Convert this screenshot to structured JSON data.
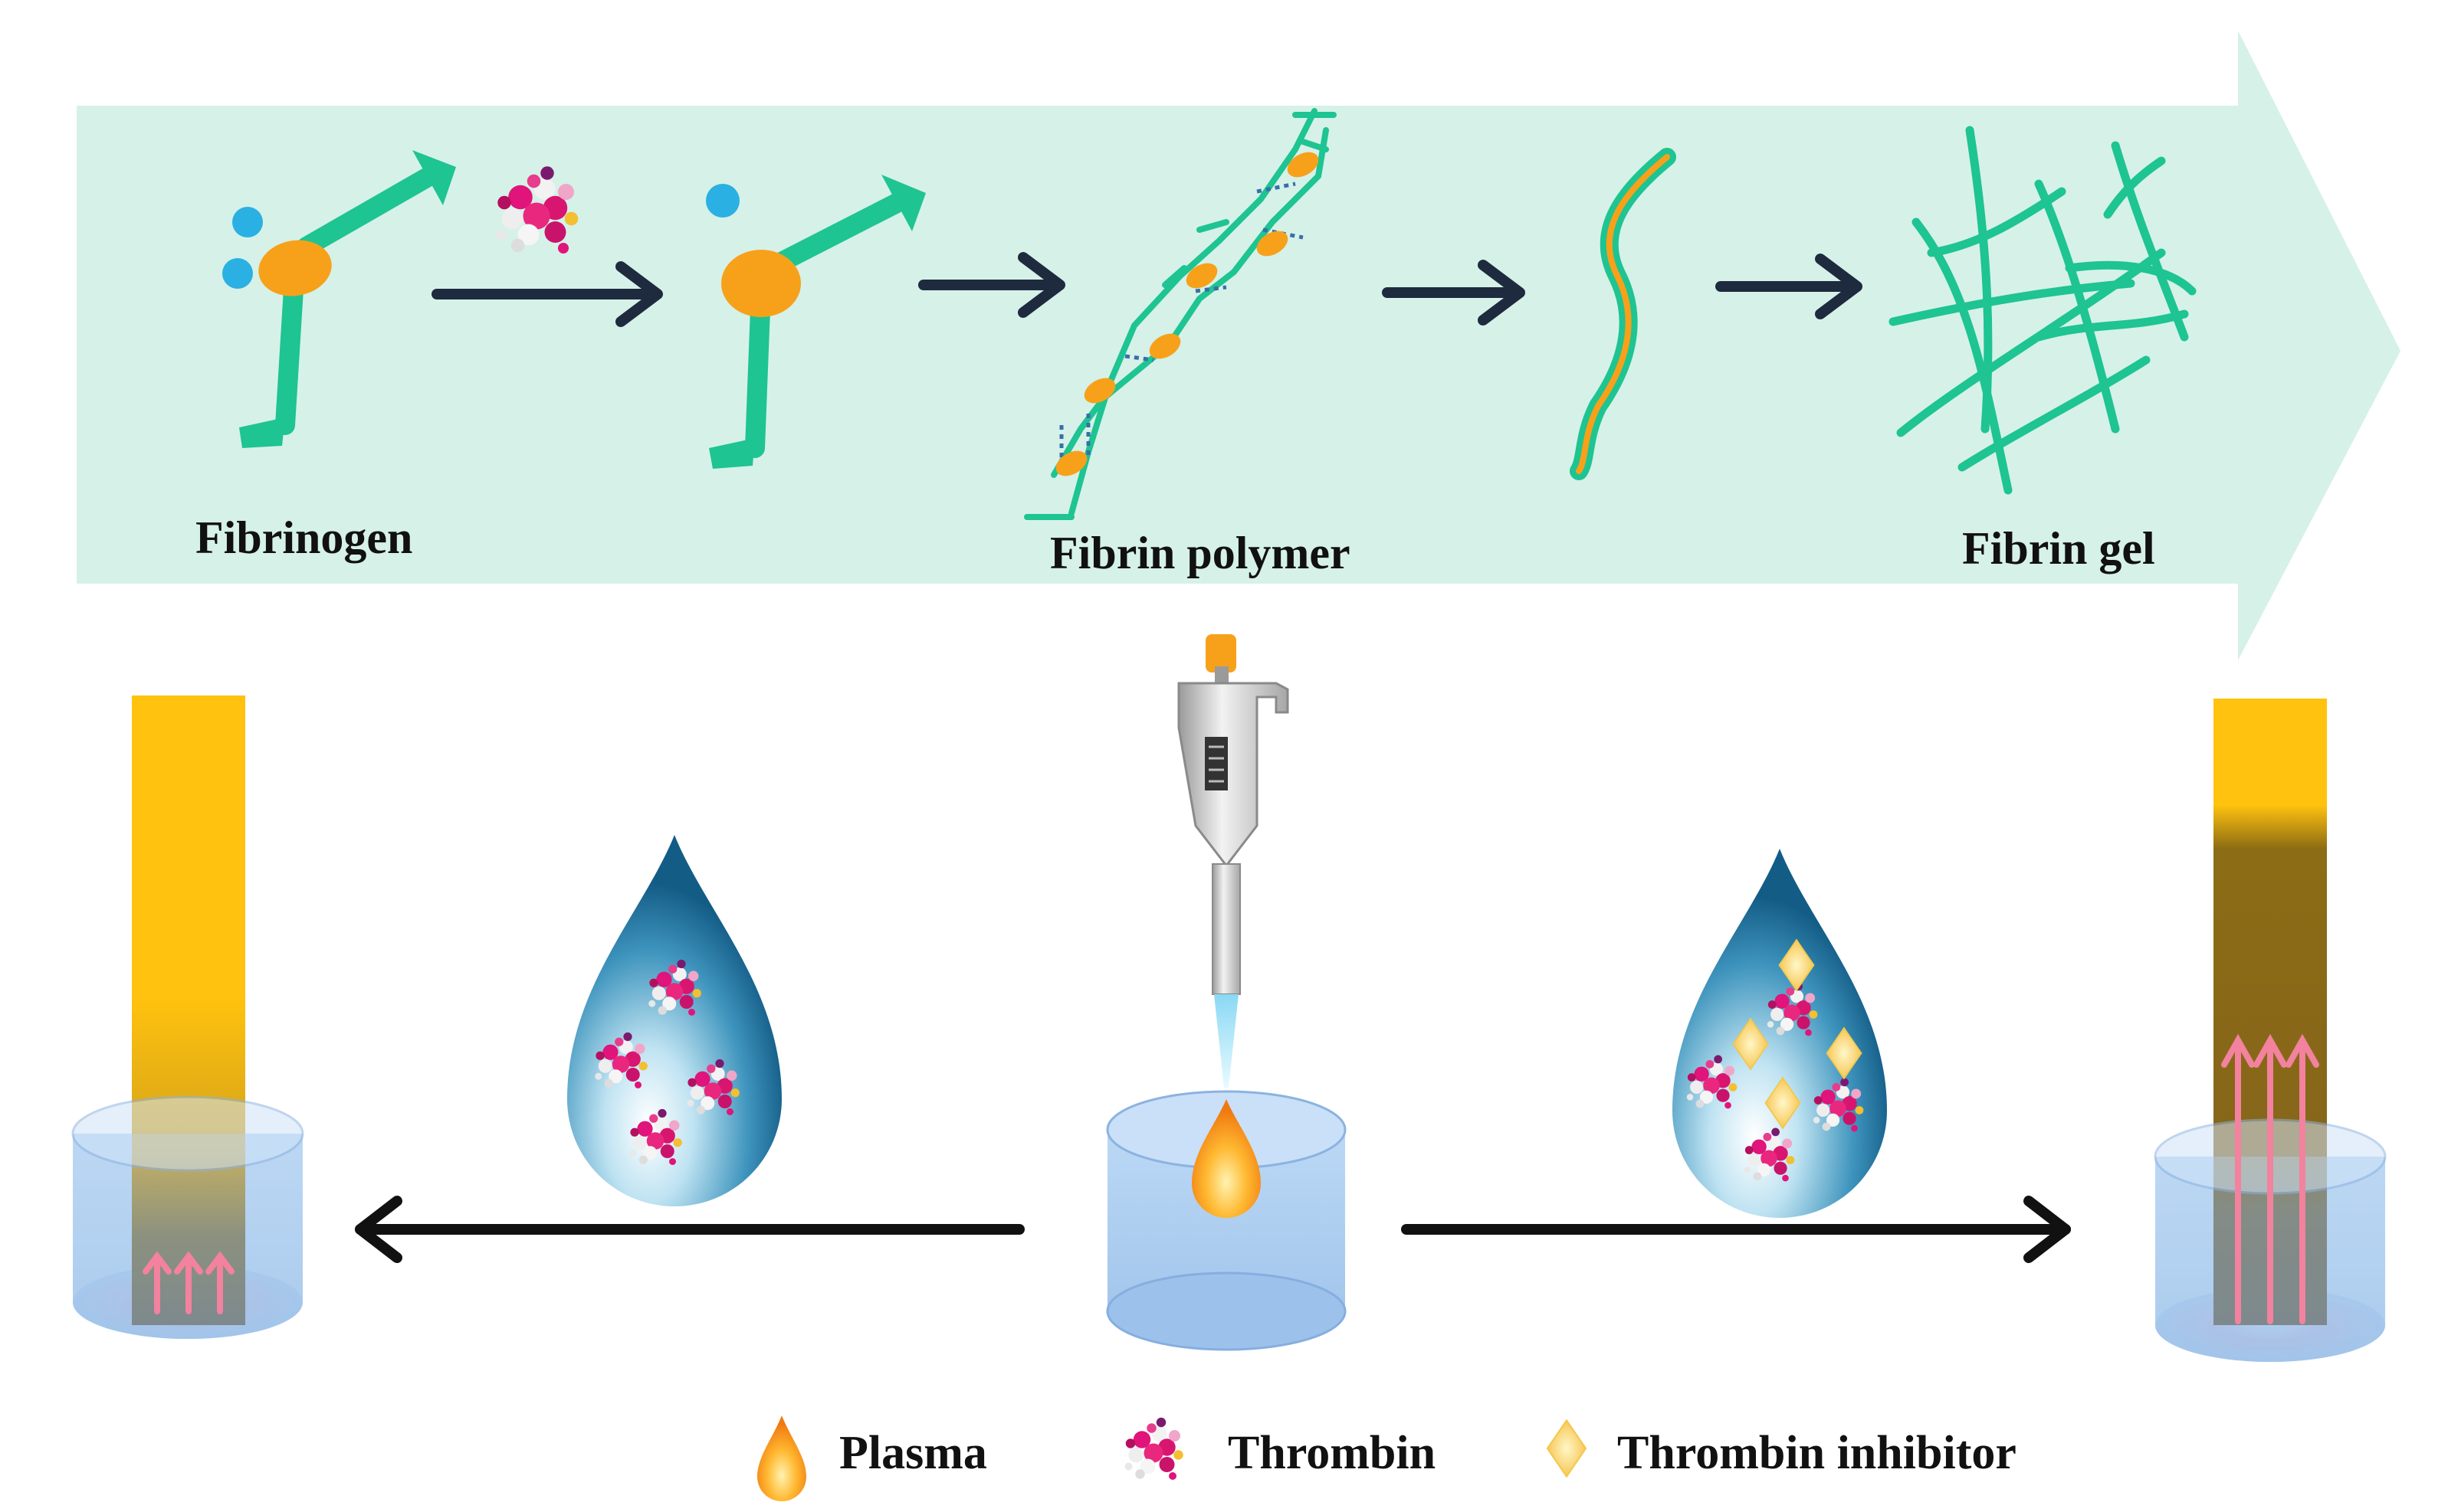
{
  "labels": {
    "fibrinogen": "Fibrinogen",
    "fibrin_polymer": "Fibrin polymer",
    "fibrin_gel": "Fibrin gel"
  },
  "legend": {
    "plasma": "Plasma",
    "thrombin": "Thrombin",
    "thrombin_inhibitor": "Thrombin inhibitor"
  },
  "colors": {
    "banner": "#d6f1e8",
    "fibrin": "#1ec492",
    "fibrinopeptide": "#2ab0e3",
    "central_domain": "#f7a11a",
    "arrow": "#1e2a3e",
    "plasma_yellow": "#ffc20e",
    "clotted_band": "#8a6a12",
    "cup": "#a9cbef",
    "drop_blue": "#1a6f9a",
    "thrombin_pink": "#e0147a",
    "inhibitor_yellow": "#ffd95a",
    "flow_arrow": "#f2829e"
  }
}
